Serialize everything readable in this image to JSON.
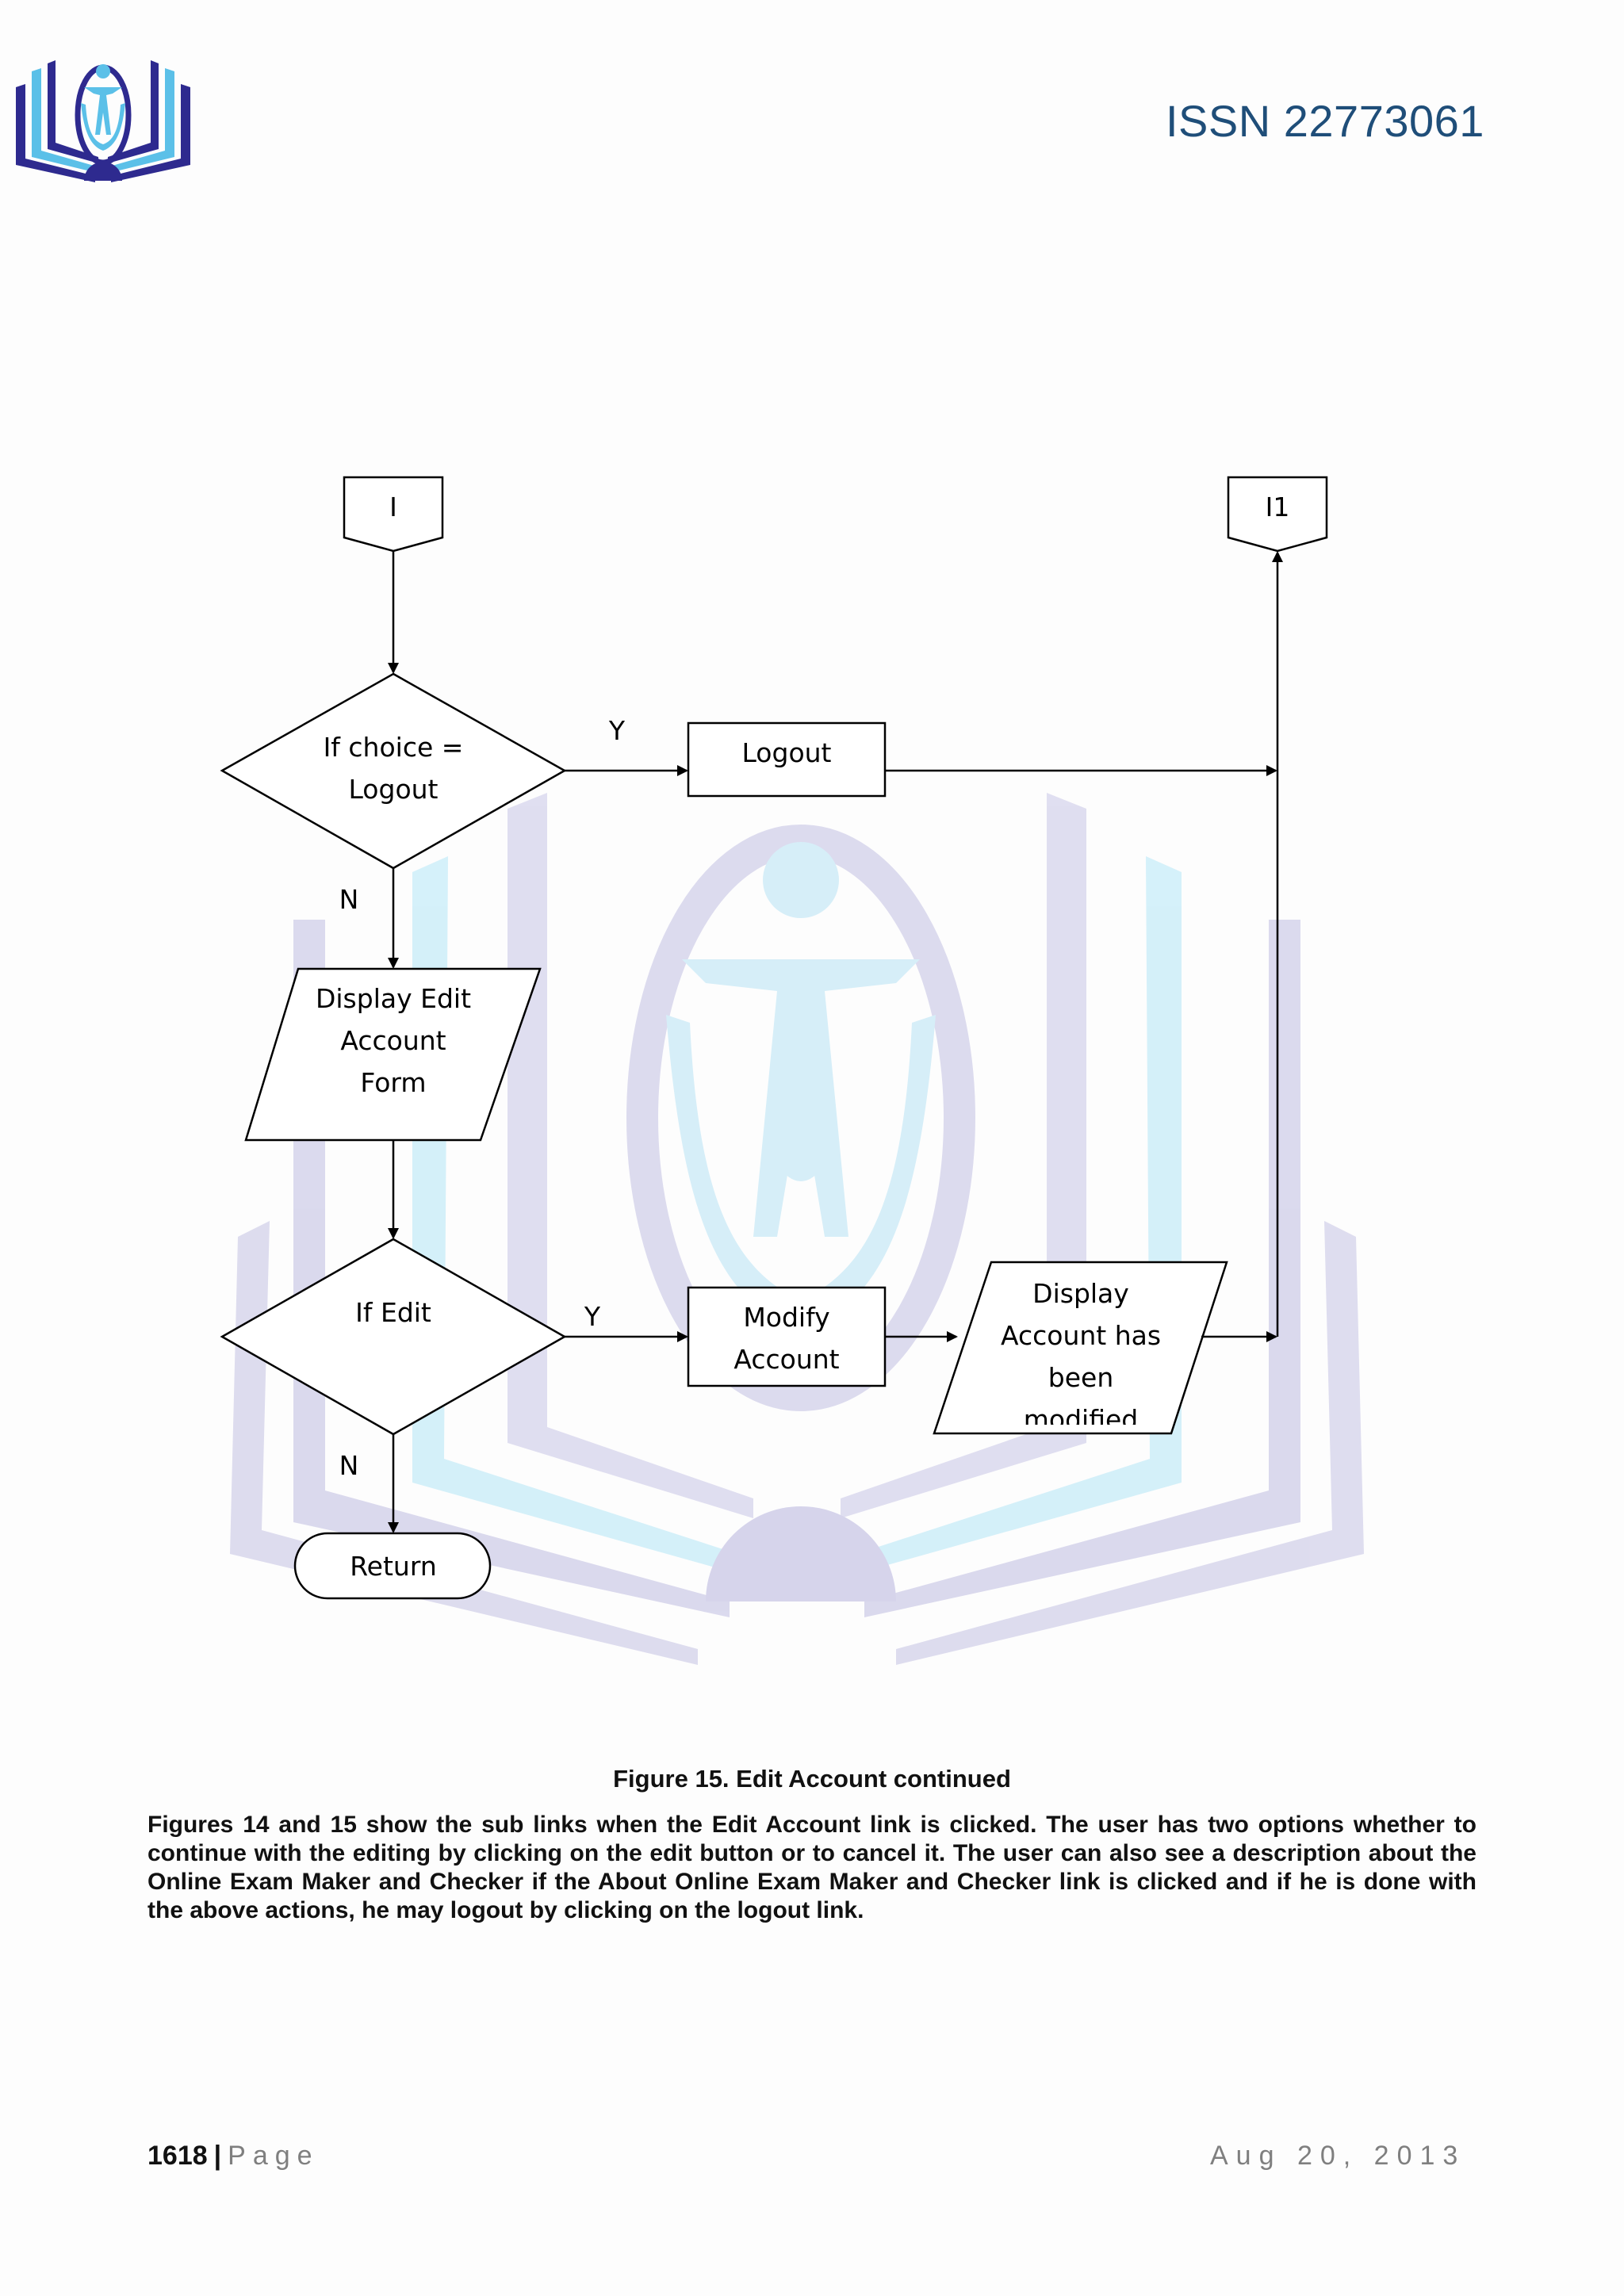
{
  "header": {
    "issn": "ISSN 22773061",
    "logo_icon": "book-people-logo"
  },
  "flowchart": {
    "connector_start": "I",
    "connector_end": "I1",
    "decision_logout": [
      "If choice =",
      "Logout"
    ],
    "process_logout": "Logout",
    "io_edit_form": [
      "Display Edit",
      "Account",
      "Form"
    ],
    "decision_edit": "If Edit",
    "process_modify": [
      "Modify",
      "Account"
    ],
    "io_modified": [
      "Display",
      "Account has",
      "been",
      "modified"
    ],
    "terminator_return": "Return",
    "label_yes": "Y",
    "label_no": "N"
  },
  "caption": "Figure 15.  Edit Account continued",
  "paragraph": "Figures 14 and 15 show the sub links when the Edit Account link is clicked.  The user has two options whether to continue with the editing by clicking on the edit button or to cancel it.  The user can also see a description about the Online Exam Maker and Checker if the About Online Exam Maker and Checker link is clicked and if he is done with the above actions, he may logout by clicking on the logout link.",
  "footer": {
    "page_number": "1618",
    "separator": "|",
    "page_word": "Page",
    "date": "Aug 20, 2013"
  },
  "colors": {
    "issn": "#1f4e79",
    "logo_dark": "#2e2a8f",
    "logo_light": "#5bc0e8",
    "watermark_purple": "#c9c7e6",
    "watermark_cyan": "#bfe6f6"
  }
}
